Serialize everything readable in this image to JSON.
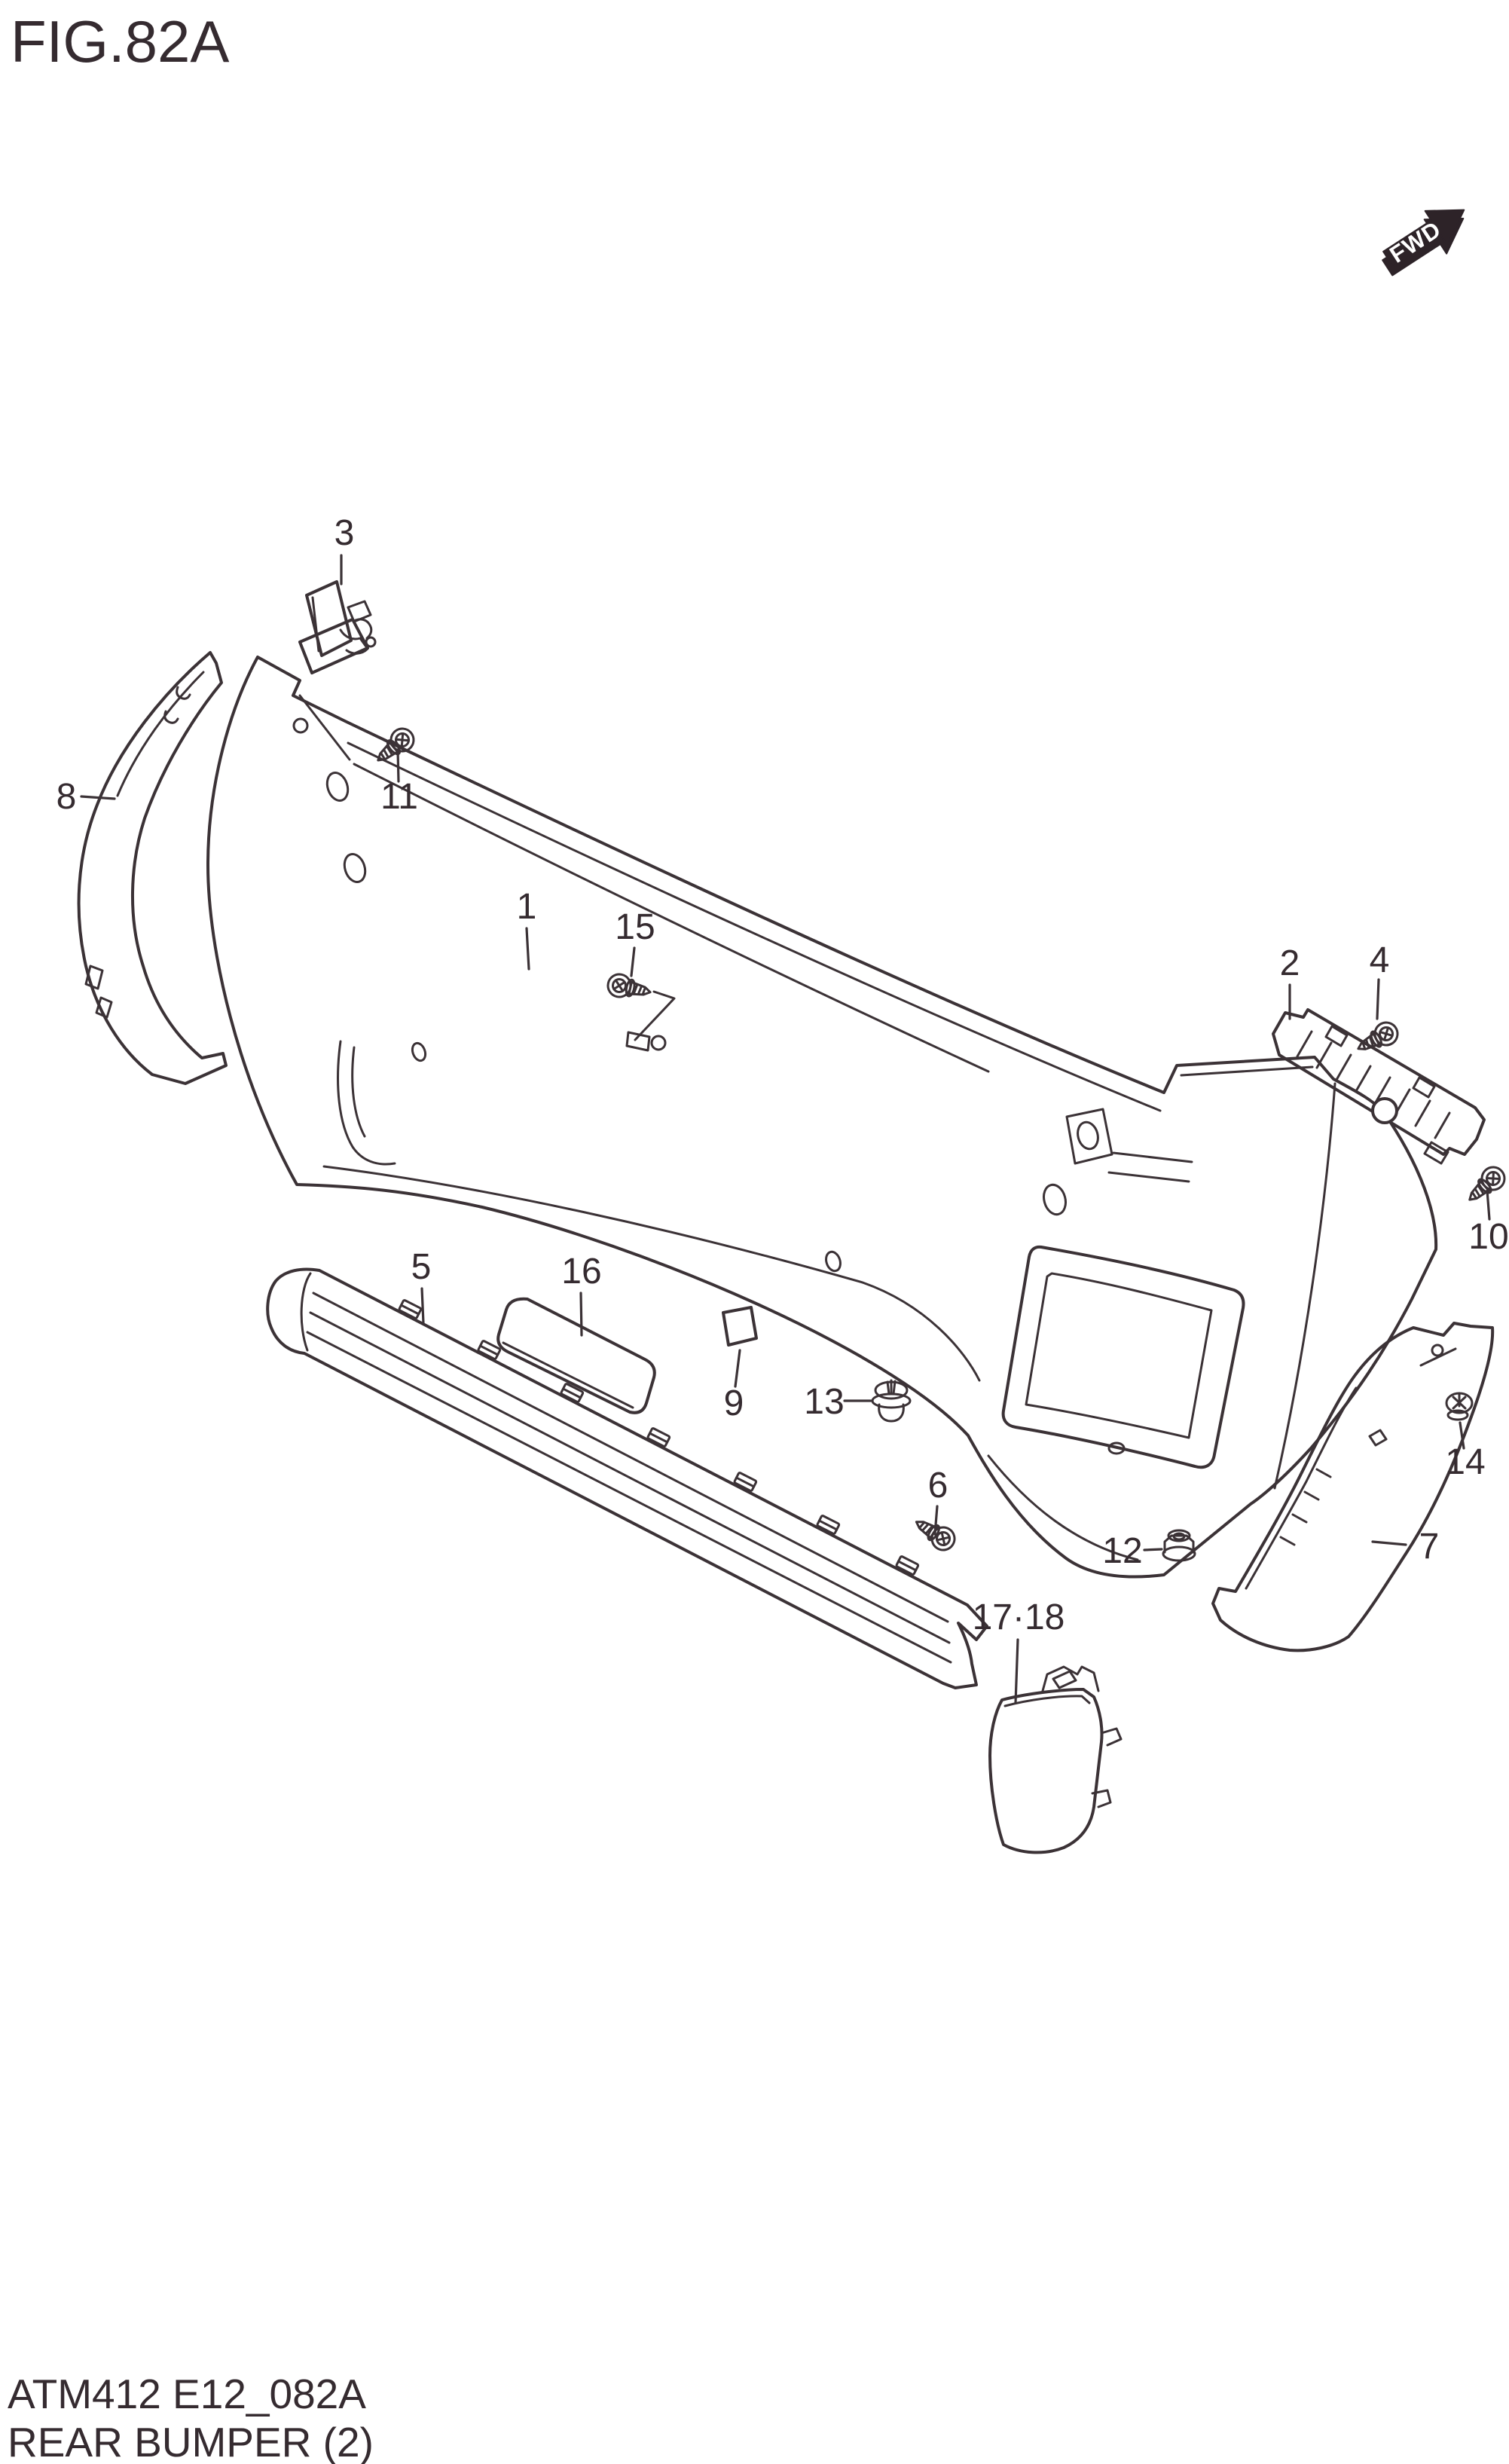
{
  "figure": {
    "title": "FIG.82A"
  },
  "direction_indicator": {
    "label": "FWD"
  },
  "footer": {
    "code": "ATM412 E12_082A",
    "name": "REAR BUMPER (2)"
  },
  "callouts": {
    "c1": "1",
    "c2": "2",
    "c3": "3",
    "c4": "4",
    "c5": "5",
    "c6": "6",
    "c7": "7",
    "c8": "8",
    "c9": "9",
    "c10": "10",
    "c11": "11",
    "c12": "12",
    "c13": "13",
    "c14": "14",
    "c15": "15",
    "c16": "16",
    "c17_18": "17·18"
  },
  "colors": {
    "line": "#3b3236",
    "text": "#352b30",
    "arrow_fill": "#2d2328",
    "background": "#ffffff"
  }
}
